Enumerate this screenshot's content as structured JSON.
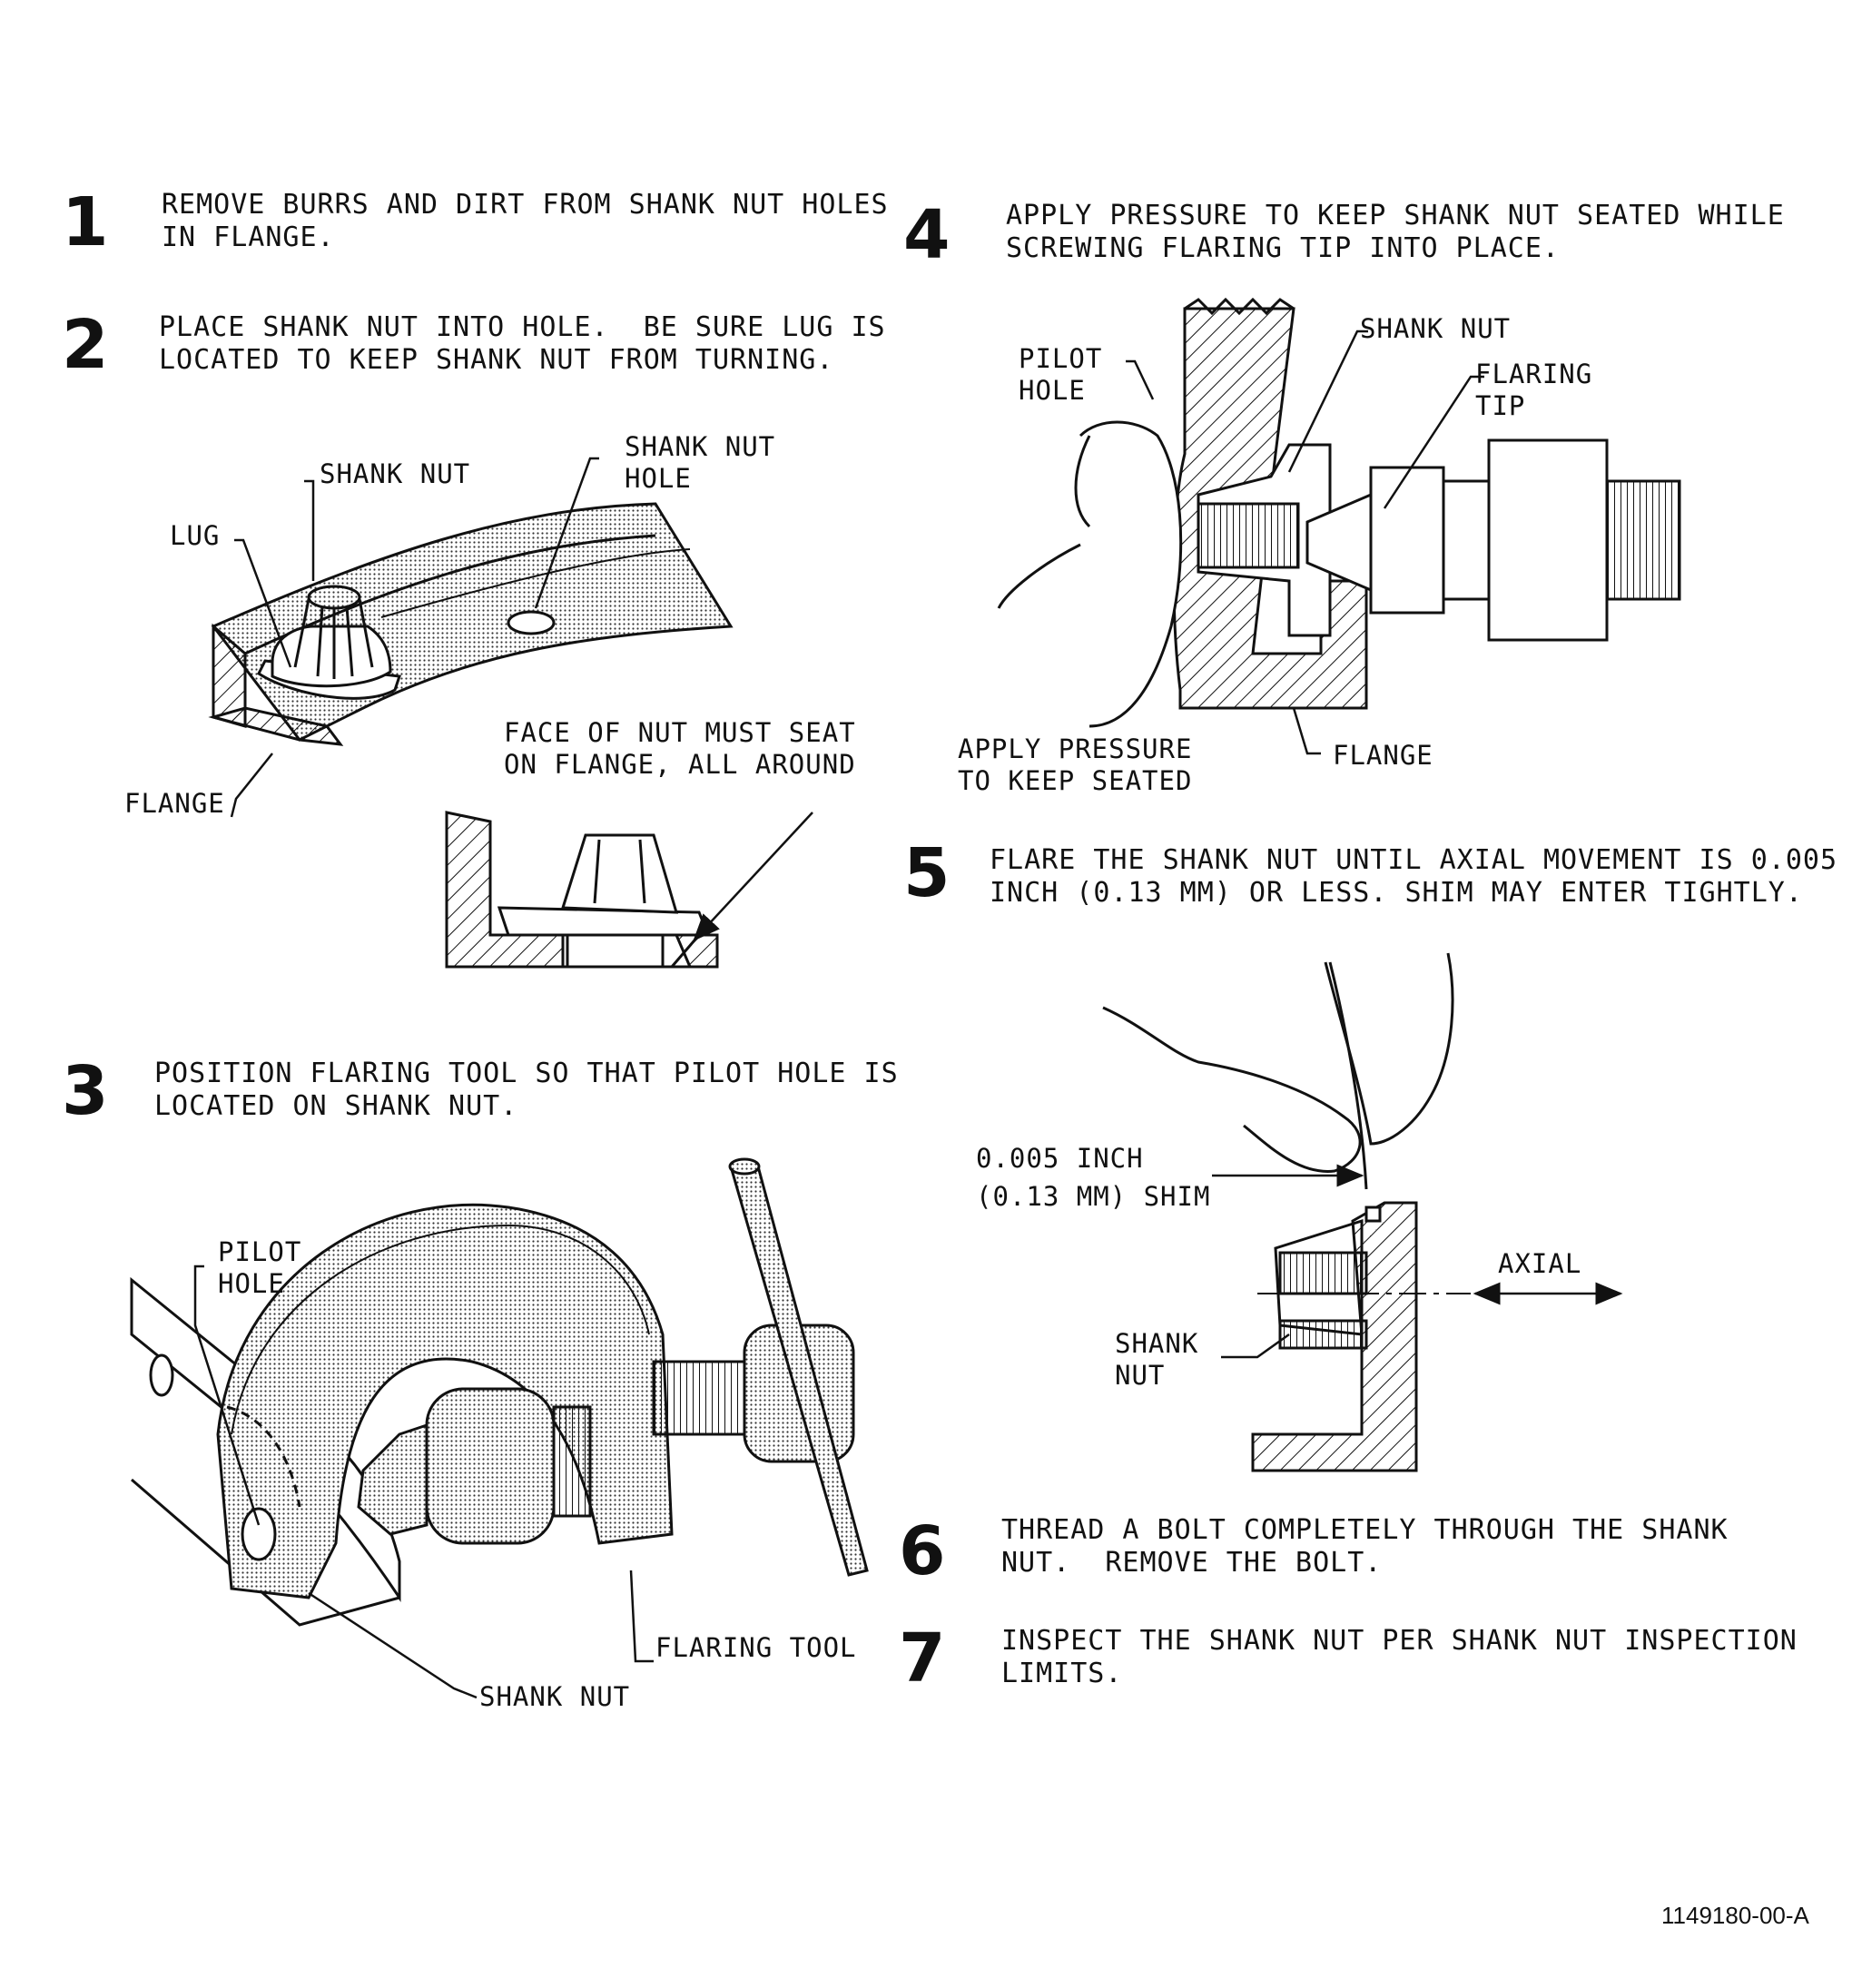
{
  "steps": [
    {
      "num": "1",
      "text": "REMOVE BURRS AND DIRT FROM SHANK NUT HOLES\nIN FLANGE."
    },
    {
      "num": "2",
      "text": "PLACE SHANK NUT INTO HOLE.  BE SURE LUG IS\nLOCATED TO KEEP SHANK NUT FROM TURNING."
    },
    {
      "num": "3",
      "text": "POSITION FLARING TOOL SO THAT PILOT HOLE IS\nLOCATED ON SHANK NUT."
    },
    {
      "num": "4",
      "text": "APPLY PRESSURE TO KEEP SHANK NUT SEATED WHILE\nSCREWING FLARING TIP INTO PLACE."
    },
    {
      "num": "5",
      "text": "FLARE THE SHANK NUT UNTIL AXIAL MOVEMENT IS 0.005\nINCH (0.13 MM) OR LESS. SHIM MAY ENTER TIGHTLY."
    },
    {
      "num": "6",
      "text": "THREAD A BOLT COMPLETELY THROUGH THE SHANK\nNUT.  REMOVE THE BOLT."
    },
    {
      "num": "7",
      "text": "INSPECT THE SHANK NUT PER SHANK NUT INSPECTION\nLIMITS."
    }
  ],
  "fig2": {
    "shank_nut": "SHANK NUT",
    "shank_nut_hole": "SHANK NUT\nHOLE",
    "lug": "LUG",
    "flange": "FLANGE",
    "face_note": "FACE OF NUT MUST SEAT\nON FLANGE, ALL AROUND"
  },
  "fig3": {
    "pilot_hole": "PILOT\nHOLE",
    "shank_nut": "SHANK NUT",
    "flaring_tool": "FLARING TOOL"
  },
  "fig4": {
    "pilot_hole": "PILOT\nHOLE",
    "shank_nut": "SHANK NUT",
    "flaring_tip": "FLARING\nTIP",
    "apply_pressure": "APPLY PRESSURE\nTO KEEP SEATED",
    "flange": "FLANGE"
  },
  "fig5": {
    "shim": "0.005 INCH\n(0.13 MM) SHIM",
    "axial": "AXIAL",
    "shank_nut": "SHANK\nNUT"
  },
  "document_number": "1149180-00-A"
}
